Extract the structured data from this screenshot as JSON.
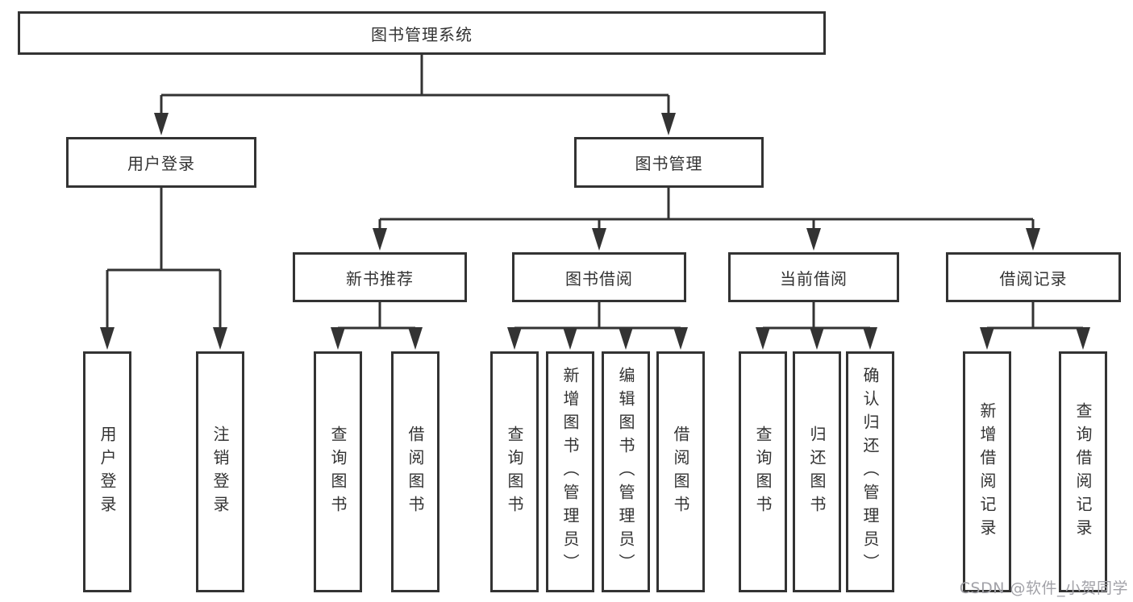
{
  "colors": {
    "line": "#333333",
    "box_border": "#333333",
    "text": "#333333",
    "background": "#ffffff",
    "watermark": "#a2a2a8"
  },
  "diagram": {
    "tree": {
      "label": "图书管理系统",
      "children": [
        {
          "label": "用户登录",
          "children": [
            {
              "label": "用户登录"
            },
            {
              "label": "注销登录"
            }
          ]
        },
        {
          "label": "图书管理",
          "children": [
            {
              "label": "新书推荐",
              "children": [
                {
                  "label": "查询图书"
                },
                {
                  "label": "借阅图书"
                }
              ]
            },
            {
              "label": "图书借阅",
              "children": [
                {
                  "label": "查询图书"
                },
                {
                  "label": "新增图书（管理员）"
                },
                {
                  "label": "编辑图书（管理员）"
                },
                {
                  "label": "借阅图书"
                }
              ]
            },
            {
              "label": "当前借阅",
              "children": [
                {
                  "label": "查询图书"
                },
                {
                  "label": "归还图书"
                },
                {
                  "label": "确认归还（管理员）"
                }
              ]
            },
            {
              "label": "借阅记录",
              "children": [
                {
                  "label": "新增借阅记录"
                },
                {
                  "label": "查询借阅记录"
                }
              ]
            }
          ]
        }
      ]
    }
  },
  "watermark": {
    "text": "CSDN @软件_小贺同学"
  }
}
